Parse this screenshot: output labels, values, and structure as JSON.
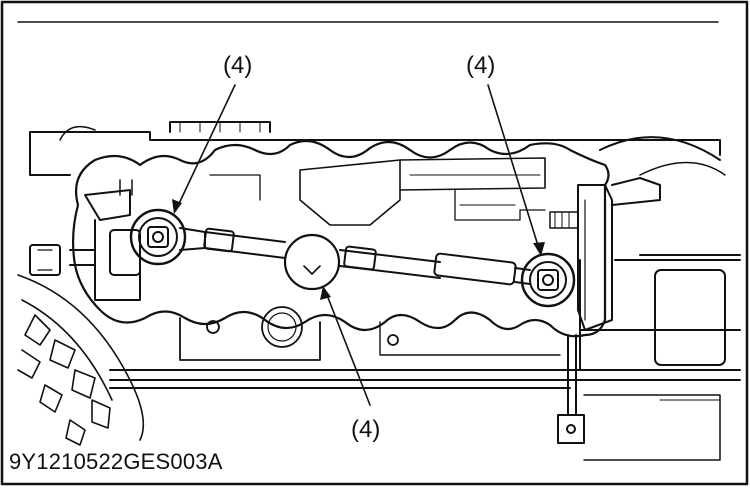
{
  "callouts": [
    {
      "label": "(4)",
      "target": "left-tie-rod-end"
    },
    {
      "label": "(4)",
      "target": "right-tie-rod-end"
    },
    {
      "label": "(4)",
      "target": "tie-rod-center"
    }
  ],
  "figure_id": "9Y1210522GES003A",
  "colors": {
    "line": "#111111",
    "background": "#ffffff"
  }
}
